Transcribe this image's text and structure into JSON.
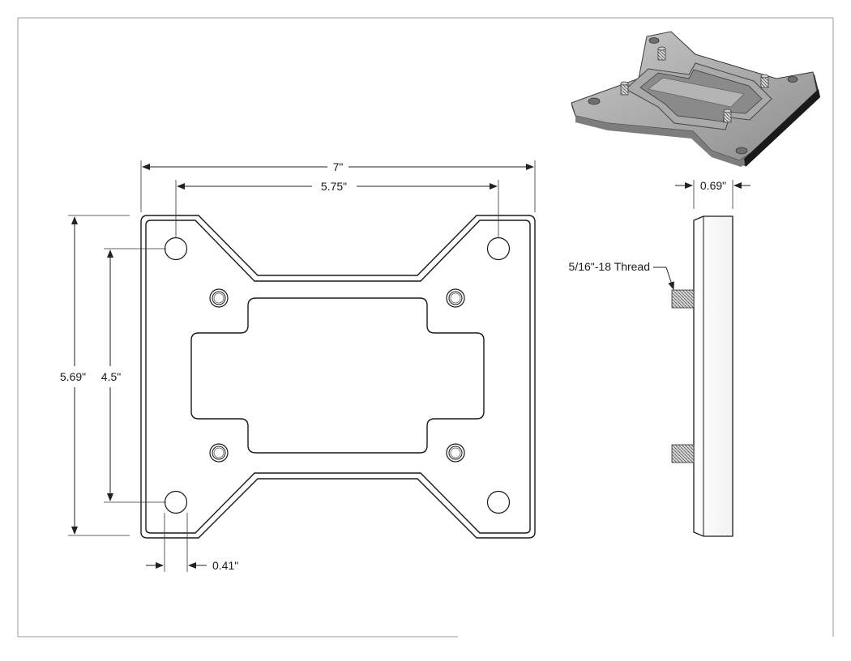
{
  "drawing": {
    "dimensions": {
      "overall_width": "7\"",
      "hole_spacing_x": "5.75\"",
      "overall_height": "5.69\"",
      "hole_spacing_y": "4.5\"",
      "edge_offset": "0.41\"",
      "thickness": "0.69\""
    },
    "callouts": {
      "thread": "5/16\"-18 Thread"
    }
  }
}
